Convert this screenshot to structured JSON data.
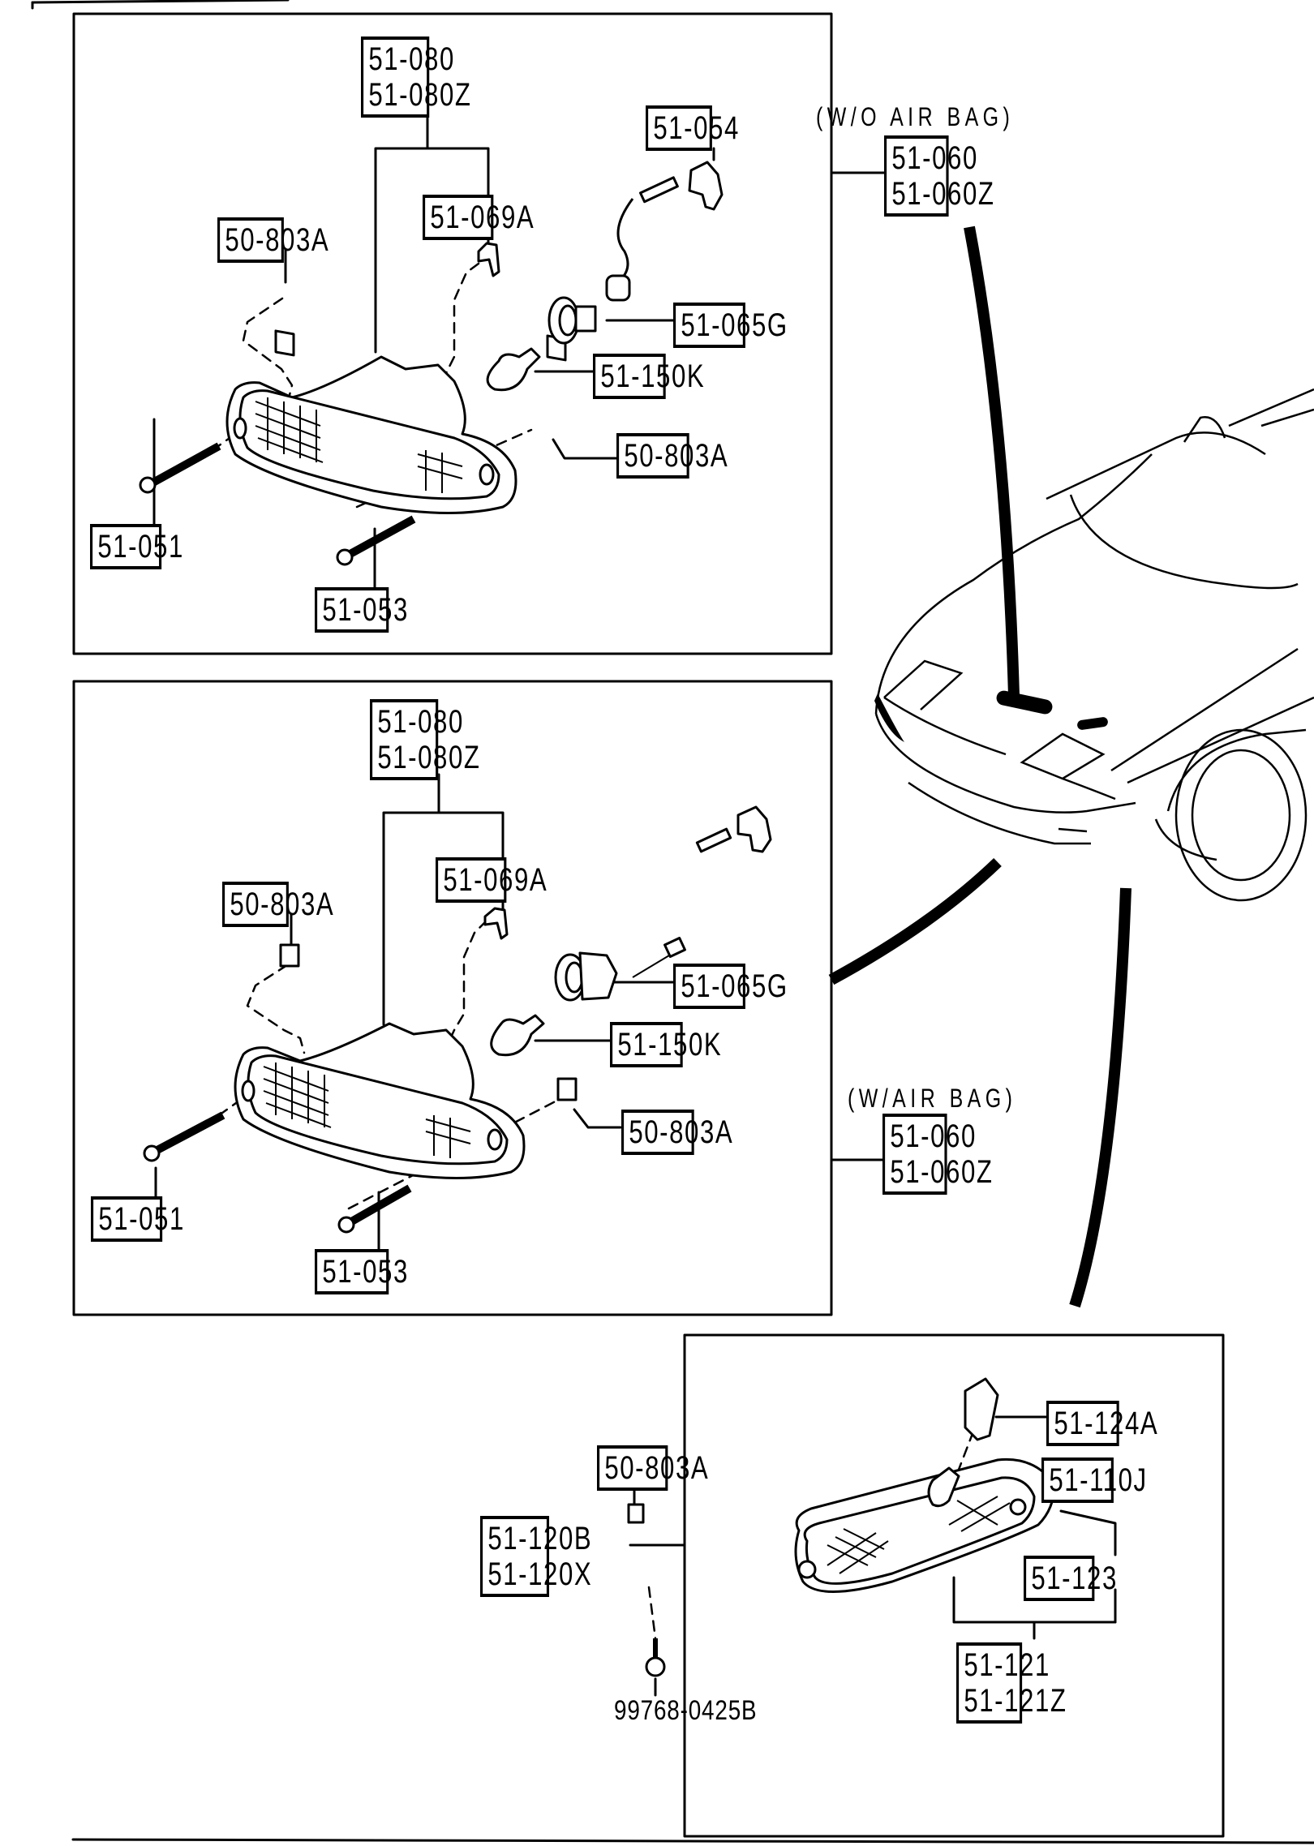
{
  "diagram": {
    "title": "Front combination lamp / side marker lamp parts diagram",
    "colors": {
      "ink": "#000000",
      "paper": "#ffffff"
    },
    "panels": [
      {
        "id": "upper",
        "variant_note": "(W/O AIR BAG)",
        "assembly": [
          "51-060",
          "51-060Z"
        ],
        "labels": {
          "lamp_assembly": [
            "51-080",
            "51-080Z"
          ],
          "socket_clip": "51-069A",
          "harness": "51-054",
          "nut_left": "50-803A",
          "socket": "51-065G",
          "bulb": "51-150K",
          "nut_right": "50-803A",
          "screw_left": "51-051",
          "screw_right": "51-053"
        }
      },
      {
        "id": "middle",
        "variant_note": "(W/AIR BAG)",
        "assembly": [
          "51-060",
          "51-060Z"
        ],
        "labels": {
          "lamp_assembly": [
            "51-080",
            "51-080Z"
          ],
          "socket_clip": "51-069A",
          "nut_left": "50-803A",
          "socket": "51-065G",
          "bulb": "51-150K",
          "nut_right": "50-803A",
          "screw_left": "51-051",
          "screw_right": "51-053"
        }
      },
      {
        "id": "side-marker",
        "assembly": [
          "51-120B",
          "51-120X"
        ],
        "labels": {
          "socket": "51-124A",
          "nut": "50-803A",
          "bulb": "51-110J",
          "lens_gasket": "51-123",
          "lens": [
            "51-121",
            "51-121Z"
          ],
          "screw": "99768-0425B"
        }
      }
    ]
  }
}
